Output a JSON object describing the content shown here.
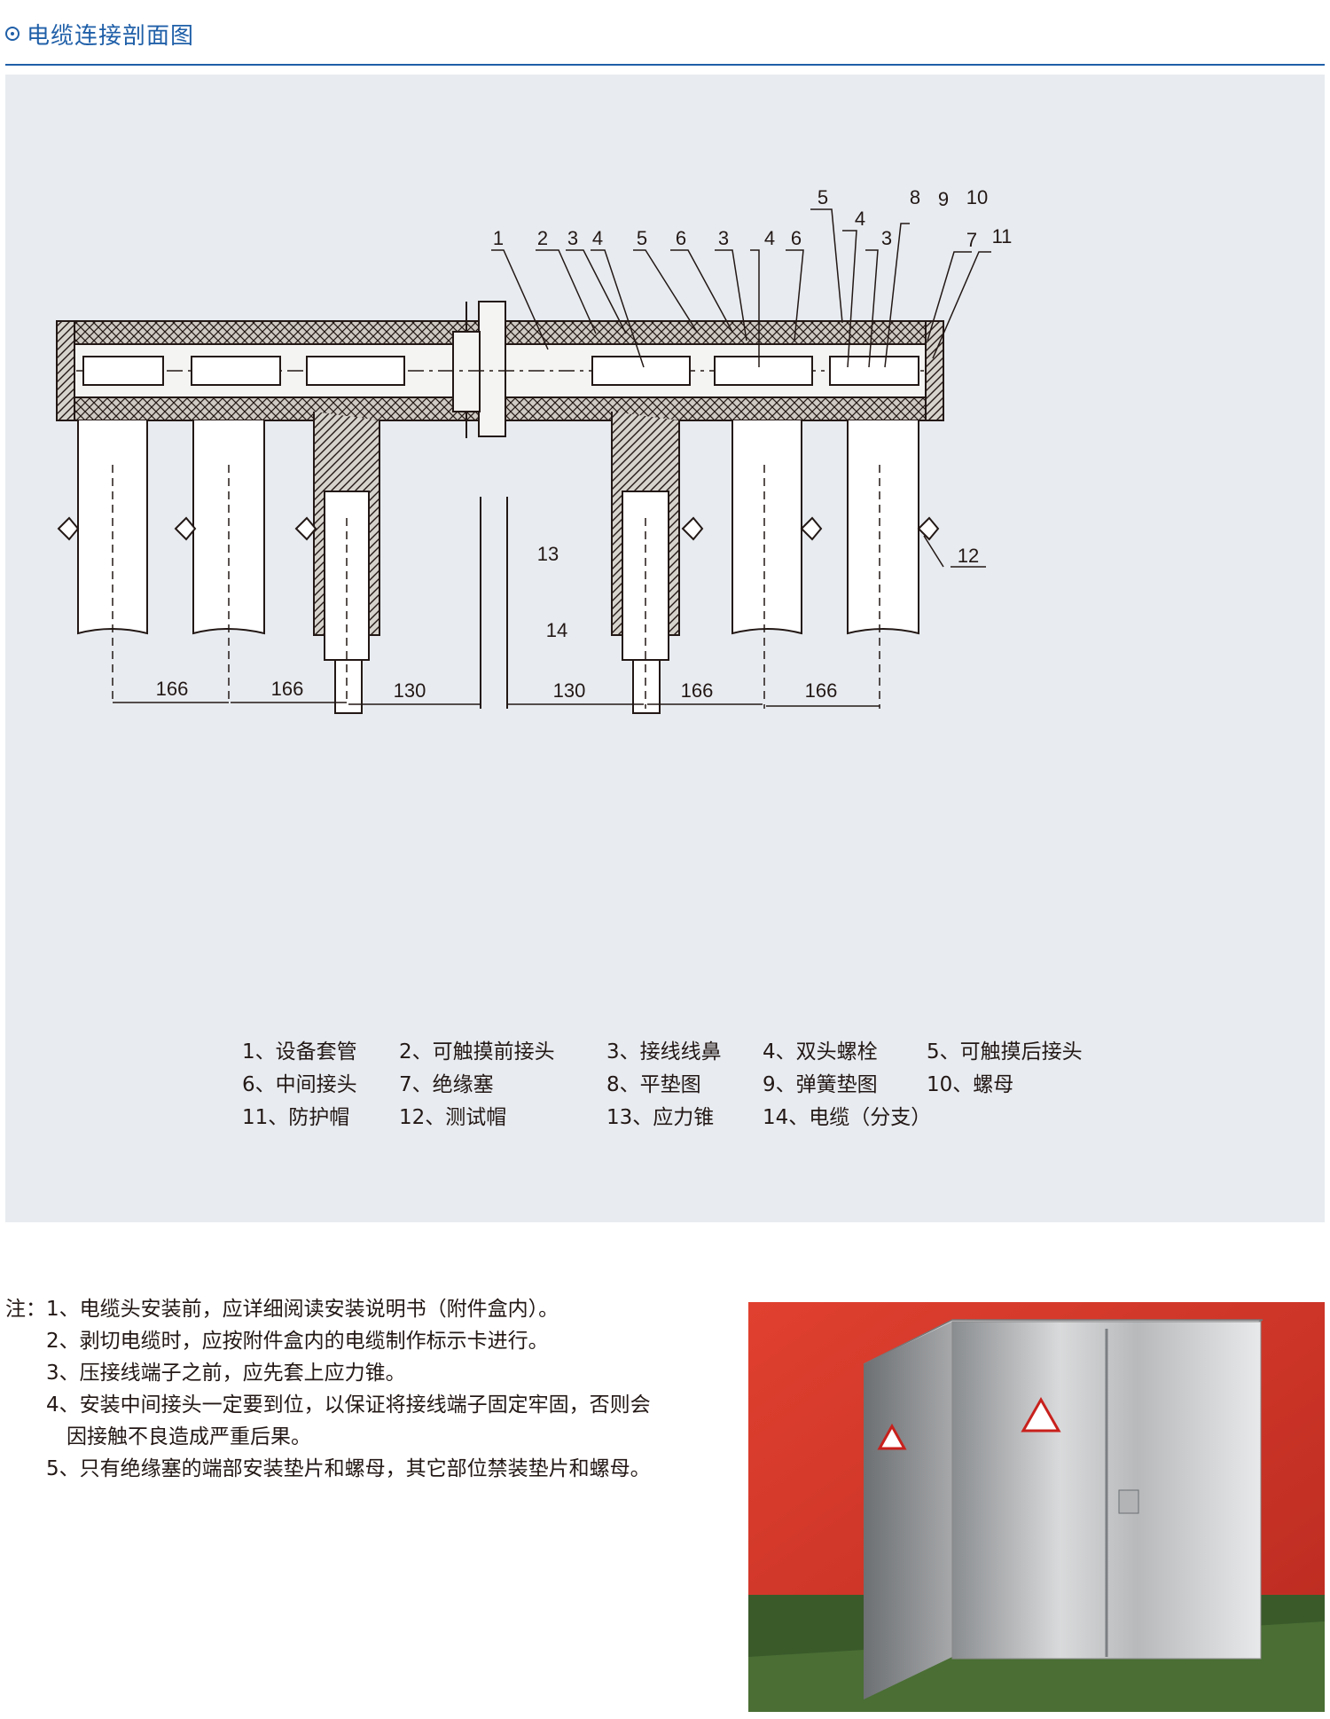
{
  "header": {
    "title": "电缆连接剖面图",
    "icon": "circle-dot-icon",
    "accent_color": "#1f5fa8"
  },
  "drawing": {
    "top_callouts": [
      "1",
      "2",
      "3",
      "4",
      "5",
      "6",
      "3",
      "4",
      "6"
    ],
    "right_callouts": [
      "5",
      "4",
      "3",
      "8",
      "9",
      "10",
      "7",
      "11"
    ],
    "side_callout": "12",
    "center_callouts": [
      "13",
      "14"
    ],
    "dimensions": [
      "166",
      "166",
      "130",
      "130",
      "166",
      "166"
    ]
  },
  "legend": [
    [
      "1、设备套管",
      "2、可触摸前接头",
      "3、接线线鼻",
      "4、双头螺栓",
      "5、可触摸后接头"
    ],
    [
      "6、中间接头",
      "7、绝缘塞",
      "8、平垫图",
      "9、弹簧垫图",
      "10、螺母"
    ],
    [
      "11、防护帽",
      "12、测试帽",
      "13、应力锥",
      "14、电缆（分支）"
    ]
  ],
  "notes": {
    "lines": [
      "注：1、电缆头安装前，应详细阅读安装说明书（附件盒内）。",
      "　　2、剥切电缆时，应按附件盒内的电缆制作标示卡进行。",
      "　　3、压接线端子之前，应先套上应力锥。",
      "　　4、安装中间接头一定要到位，以保证将接线端子固定牢固，否则会",
      "　　　因接触不良造成严重后果。",
      "　　5、只有绝缘塞的端部安装垫片和螺母，其它部位禁装垫片和螺母。"
    ]
  },
  "photo": {
    "subject": "stainless-steel-cable-branch-box",
    "background_color": "#d8362a",
    "ground_color": "#3a5a2a"
  }
}
